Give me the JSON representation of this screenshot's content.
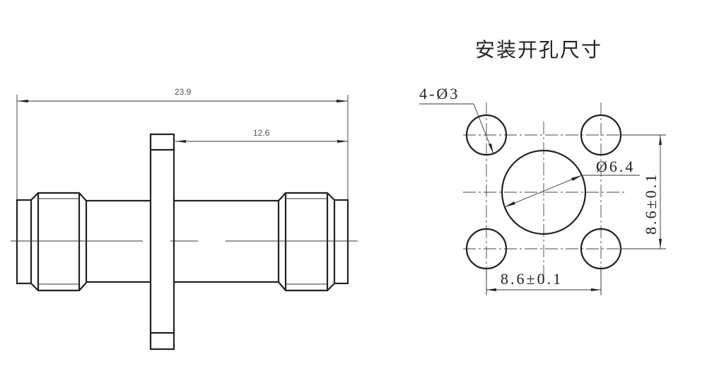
{
  "title": "安装开孔尺寸",
  "side_view": {
    "overall_length": "23.9",
    "flange_to_end": "12.6"
  },
  "panel_cutout": {
    "mount_holes": "4-Ø3",
    "center_hole": "Ø6.4",
    "horizontal_spacing": "8.6±0.1",
    "vertical_spacing": "8.6±0.1"
  }
}
